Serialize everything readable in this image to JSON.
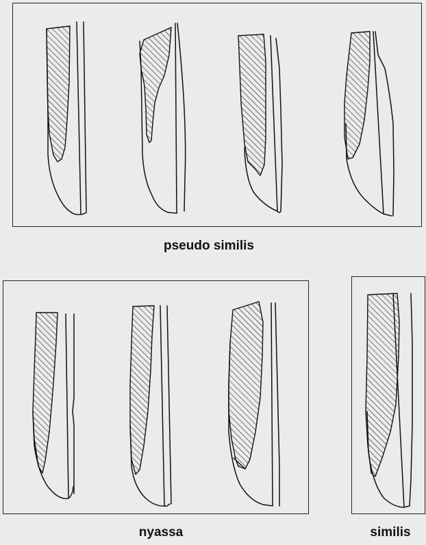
{
  "groups": {
    "pseudo_similis": {
      "caption": "pseudo similis"
    },
    "nyassa": {
      "caption": "nyassa"
    },
    "similis": {
      "caption": "similis"
    }
  }
}
